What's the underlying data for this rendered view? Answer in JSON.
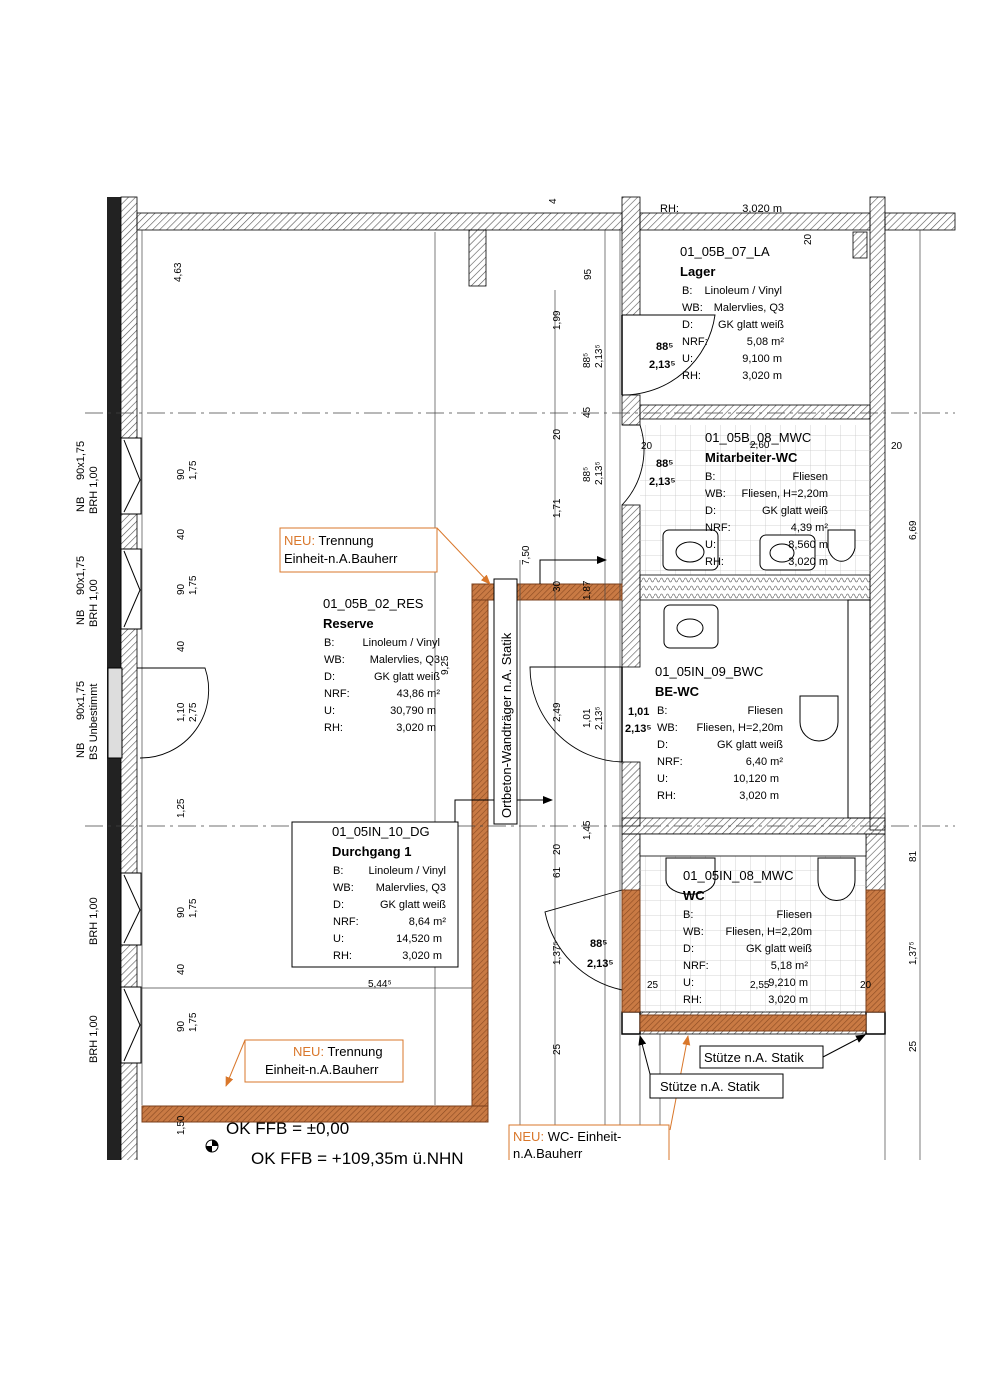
{
  "colors": {
    "wall_new": "#b86a35",
    "annotation": "#d9772b",
    "line": "#000000",
    "hatch": "#555555",
    "tile_grid": "#c8c8c8"
  },
  "rooms": [
    {
      "id": "lager",
      "code": "01_05B_07_LA",
      "name": "Lager",
      "rows": [
        {
          "k": "B:",
          "v": "Linoleum / Vinyl"
        },
        {
          "k": "WB:",
          "v": "Malervlies, Q3"
        },
        {
          "k": "D:",
          "v": "GK glatt weiß"
        },
        {
          "k": "NRF:",
          "v": "5,08 m²"
        },
        {
          "k": "U:",
          "v": "9,100 m"
        },
        {
          "k": "RH:",
          "v": "3,020 m"
        }
      ]
    },
    {
      "id": "mwc",
      "code": "01_05B_08_MWC",
      "name": "Mitarbeiter-WC",
      "rows": [
        {
          "k": "B:",
          "v": "Fliesen"
        },
        {
          "k": "WB:",
          "v": "Fliesen, H=2,20m"
        },
        {
          "k": "D:",
          "v": "GK glatt weiß"
        },
        {
          "k": "NRF:",
          "v": "4,39 m²"
        },
        {
          "k": "U:",
          "v": "8,560 m"
        },
        {
          "k": "RH:",
          "v": "3,020 m"
        }
      ]
    },
    {
      "id": "res",
      "code": "01_05B_02_RES",
      "name": "Reserve",
      "rows": [
        {
          "k": "B:",
          "v": "Linoleum / Vinyl"
        },
        {
          "k": "WB:",
          "v": "Malervlies, Q3"
        },
        {
          "k": "D:",
          "v": "GK glatt weiß"
        },
        {
          "k": "NRF:",
          "v": "43,86 m²"
        },
        {
          "k": "U:",
          "v": "30,790 m"
        },
        {
          "k": "RH:",
          "v": "3,020 m"
        }
      ]
    },
    {
      "id": "bwc",
      "code": "01_05IN_09_BWC",
      "name": "BE-WC",
      "rows": [
        {
          "k": "B:",
          "v": "Fliesen"
        },
        {
          "k": "WB:",
          "v": "Fliesen, H=2,20m"
        },
        {
          "k": "D:",
          "v": "GK glatt weiß"
        },
        {
          "k": "NRF:",
          "v": "6,40 m²"
        },
        {
          "k": "U:",
          "v": "10,120 m"
        },
        {
          "k": "RH:",
          "v": "3,020 m"
        }
      ]
    },
    {
      "id": "dg",
      "code": "01_05IN_10_DG",
      "name": "Durchgang 1",
      "rows": [
        {
          "k": "B:",
          "v": "Linoleum / Vinyl"
        },
        {
          "k": "WB:",
          "v": "Malervlies, Q3"
        },
        {
          "k": "D:",
          "v": "GK glatt weiß"
        },
        {
          "k": "NRF:",
          "v": "8,64 m²"
        },
        {
          "k": "U:",
          "v": "14,520 m"
        },
        {
          "k": "RH:",
          "v": "3,020 m"
        }
      ]
    },
    {
      "id": "wc",
      "code": "01_05IN_08_MWC",
      "name": "WC",
      "rows": [
        {
          "k": "B:",
          "v": "Fliesen"
        },
        {
          "k": "WB:",
          "v": "Fliesen, H=2,20m"
        },
        {
          "k": "D:",
          "v": "GK glatt weiß"
        },
        {
          "k": "NRF:",
          "v": "5,18 m²"
        },
        {
          "k": "U:",
          "v": "9,210 m"
        },
        {
          "k": "RH:",
          "v": "3,020 m"
        }
      ]
    }
  ],
  "top_rh": {
    "k": "RH:",
    "v": "3,020 m"
  },
  "annotations": {
    "neu_prefix": "NEU:",
    "trennung_1": "Trennung",
    "trennung_2": "Einheit-n.A.Bauherr",
    "wc_einheit_1": "WC- Einheit-",
    "wc_einheit_2": "n.A.Bauherr",
    "stuetze": "Stütze n.A. Statik",
    "wandtraeger": "Ortbeton-Wandträger n.A. Statik"
  },
  "levels": {
    "ok_ffb": "OK FFB = ±0,00",
    "ok_ffb_nhn": "OK FFB = +109,35m ü.NHN"
  },
  "left_labels": {
    "brh": "BRH 1,00",
    "bs": "BS Unbestimmt",
    "nb": "NB",
    "win": "90x1,75"
  },
  "doors": {
    "d1_w": "88⁵",
    "d1_h": "2,13⁵",
    "d2_w": "88⁵",
    "d2_h": "2,13⁵",
    "d3_w": "1,01",
    "d3_h": "2,13⁵",
    "d4_w": "88⁵",
    "d4_h": "2,13⁵"
  },
  "dims": {
    "d463": "4,63",
    "d95": "95",
    "d199": "1,99",
    "d885a": "88⁵",
    "d2135a": "2,13⁵",
    "d45": "45",
    "d20a": "20",
    "d885b": "88⁵",
    "d2135b": "2,13⁵",
    "d171": "1,71",
    "d750": "7,50",
    "d30": "30",
    "d187": "1,87",
    "d249": "2,49",
    "d101": "1,01",
    "d2135c": "2,13⁵",
    "d145": "1,45",
    "d20b": "20",
    "d61": "61",
    "d1375a": "1,37⁵",
    "d25a": "25",
    "d90a": "90",
    "d175a": "1,75",
    "d40a": "40",
    "d90b": "90",
    "d175b": "1,75",
    "d40b": "40",
    "d110": "1,10",
    "d275": "2,75",
    "d125": "1,25",
    "d90c": "90",
    "d175c": "1,75",
    "d40c": "40",
    "d90d": "90",
    "d175d": "1,75",
    "d150": "1,50",
    "d5445": "5,44⁵",
    "d260": "2,60",
    "d20c": "20",
    "d20d": "20",
    "d669": "6,69",
    "d81": "81",
    "d1375b": "1,37⁵",
    "d25b": "25",
    "d25c": "25",
    "d255": "2,55",
    "d20e": "20",
    "d4": "4",
    "d925": "9,25"
  }
}
